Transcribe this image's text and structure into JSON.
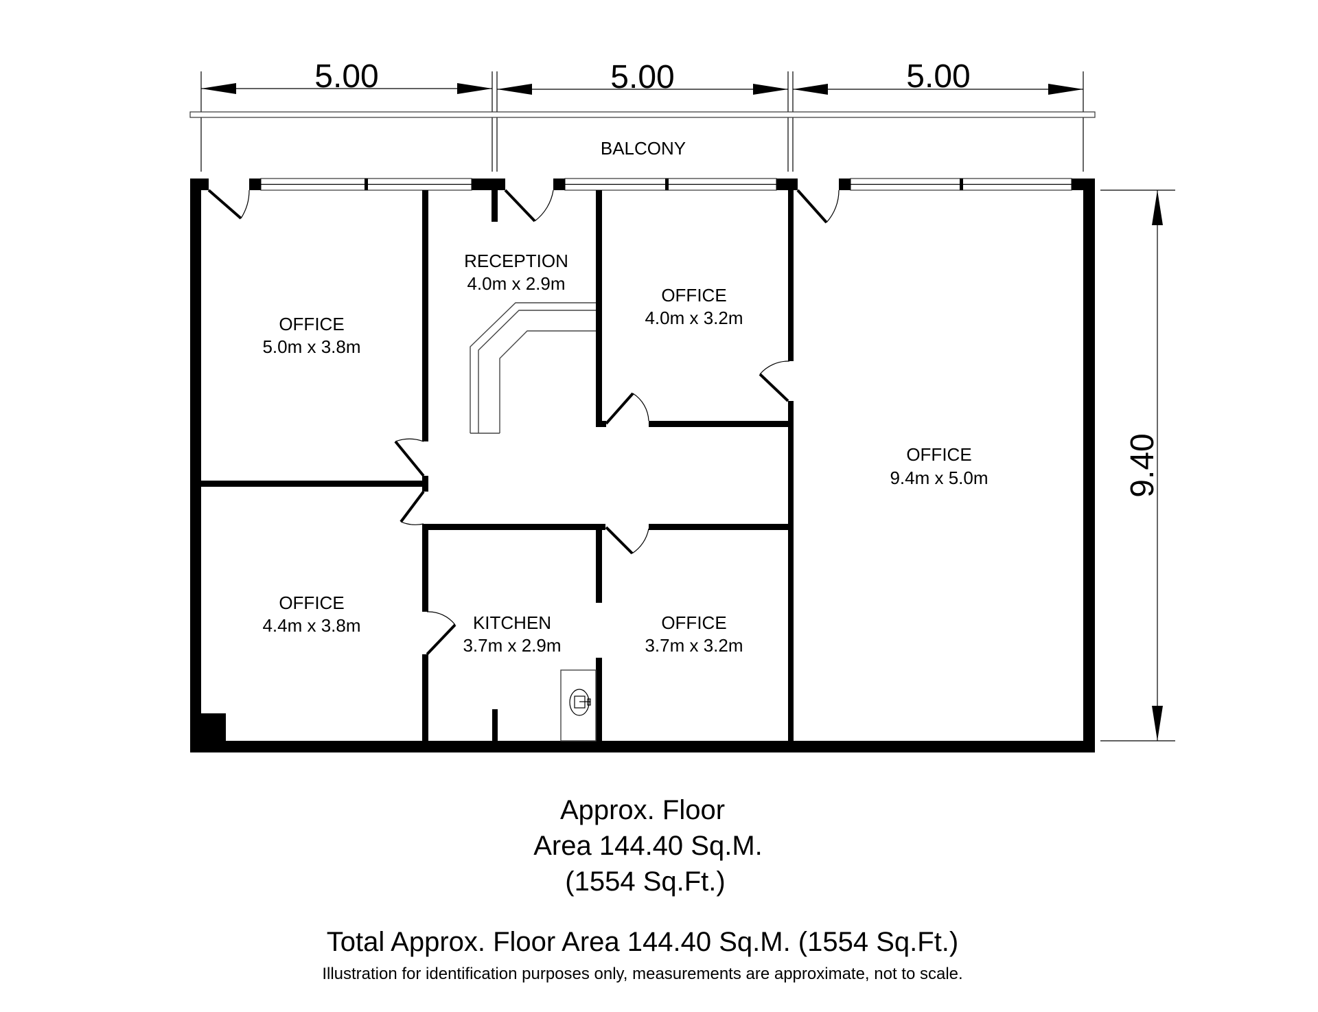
{
  "dimensions": {
    "top": [
      "5.00",
      "5.00",
      "5.00"
    ],
    "side": "9.40"
  },
  "balcony": {
    "label": "BALCONY"
  },
  "rooms": [
    {
      "name": "OFFICE",
      "size": "5.0m x 3.8m"
    },
    {
      "name": "RECEPTION",
      "size": "4.0m x 2.9m"
    },
    {
      "name": "OFFICE",
      "size": "4.0m x 3.2m"
    },
    {
      "name": "OFFICE",
      "size": "9.4m x 5.0m"
    },
    {
      "name": "OFFICE",
      "size": "4.4m x 3.8m"
    },
    {
      "name": "KITCHEN",
      "size": "3.7m x 2.9m"
    },
    {
      "name": "OFFICE",
      "size": "3.7m x 3.2m"
    }
  ],
  "floor_area": {
    "line1": "Approx. Floor",
    "line2": "Area 144.40 Sq.M.",
    "line3": "(1554 Sq.Ft.)"
  },
  "total_area": "Total Approx. Floor Area 144.40 Sq.M. (1554 Sq.Ft.)",
  "disclaimer": "Illustration for identification purposes only, measurements are approximate, not to scale."
}
